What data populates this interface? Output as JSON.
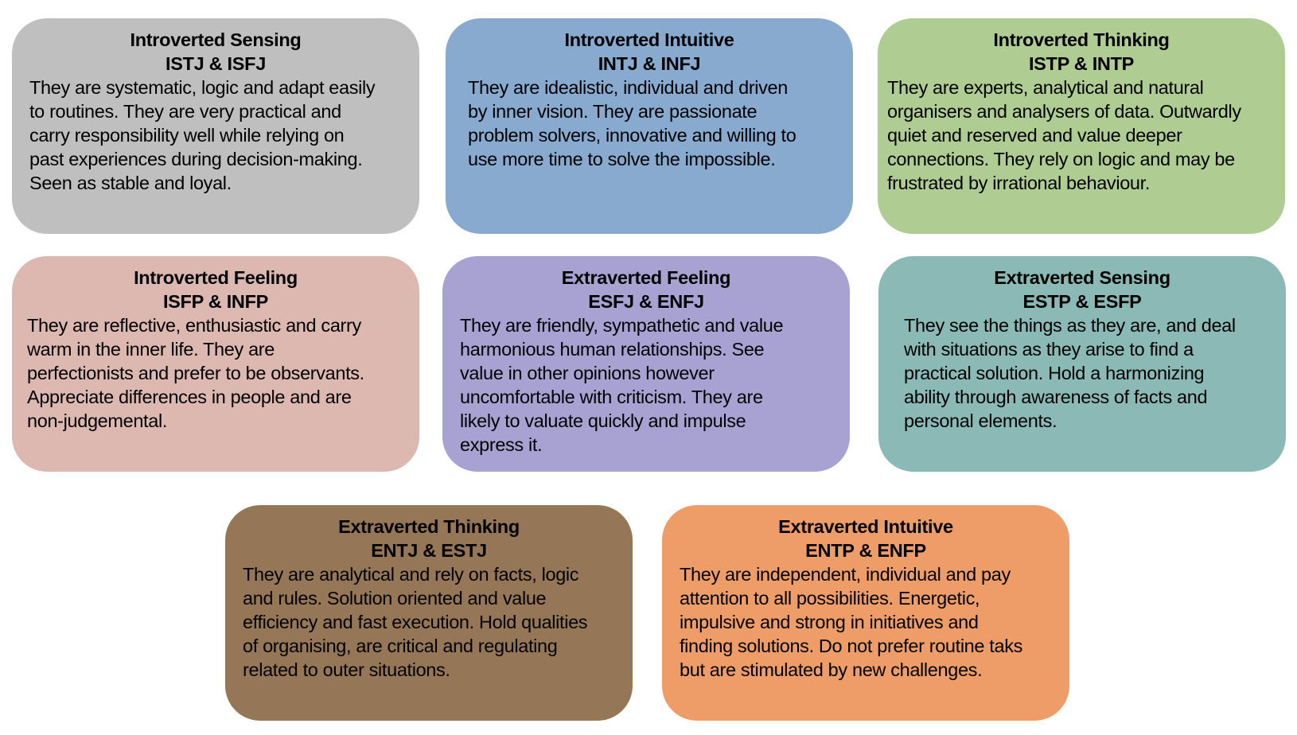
{
  "cards": [
    {
      "title": "Introverted Sensing",
      "types": "ISTJ & ISFJ",
      "color": "#bfbfbf",
      "lines": [
        "They are systematic, logic and adapt easily",
        "to routines. They are very practical and",
        "carry responsibility well while relying on",
        "past experiences during decision-making.",
        "Seen as stable and loyal."
      ]
    },
    {
      "title": "Introverted Intuitive",
      "types": "INTJ & INFJ",
      "color": "#88aacf",
      "lines": [
        "They are idealistic, individual and driven",
        "by inner vision. They are passionate",
        "problem solvers, innovative and willing to",
        "use more time to solve the impossible."
      ]
    },
    {
      "title": "Introverted Thinking",
      "types": "ISTP & INTP",
      "color": "#afcd92",
      "lines": [
        "They are experts, analytical and natural",
        "organisers and analysers of data. Outwardly",
        "quiet and reserved and value deeper",
        "connections. They rely on logic and may be",
        "frustrated by irrational behaviour."
      ]
    },
    {
      "title": "Introverted Feeling",
      "types": "ISFP & INFP",
      "color": "#dcb8b1",
      "lines": [
        "They are reflective, enthusiastic and carry",
        "warm in the inner life. They are",
        "perfectionists and prefer to be observants.",
        "Appreciate differences in people and are",
        "non-judgemental."
      ]
    },
    {
      "title": "Extraverted Feeling",
      "types": "ESFJ & ENFJ",
      "color": "#a8a2d3",
      "lines": [
        "They are friendly, sympathetic and value",
        "harmonious human relationships. See",
        "value in other opinions however",
        "uncomfortable with criticism. They are",
        "likely to valuate quickly and impulse",
        "express it."
      ]
    },
    {
      "title": "Extraverted Sensing",
      "types": "ESTP & ESFP",
      "color": "#8ab9b6",
      "lines": [
        "They see the things as they are, and deal",
        "with situations as they arise to find a",
        "practical solution. Hold a harmonizing",
        "ability through awareness of facts and",
        "personal elements."
      ]
    },
    {
      "title": "Extraverted Thinking",
      "types": "ENTJ & ESTJ",
      "color": "#957757",
      "lines": [
        "They are analytical and rely on facts, logic",
        "and rules. Solution oriented and value",
        "efficiency and fast execution. Hold qualities",
        "of organising, are critical and regulating",
        "related to outer situations."
      ]
    },
    {
      "title": "Extraverted Intuitive",
      "types": "ENTP & ENFP",
      "color": "#ef9d68",
      "lines": [
        "They are independent, individual and pay",
        "attention to all possibilities. Energetic,",
        "impulsive and strong in initiatives and",
        "finding solutions. Do not prefer routine taks",
        "but are stimulated by new challenges."
      ]
    }
  ]
}
